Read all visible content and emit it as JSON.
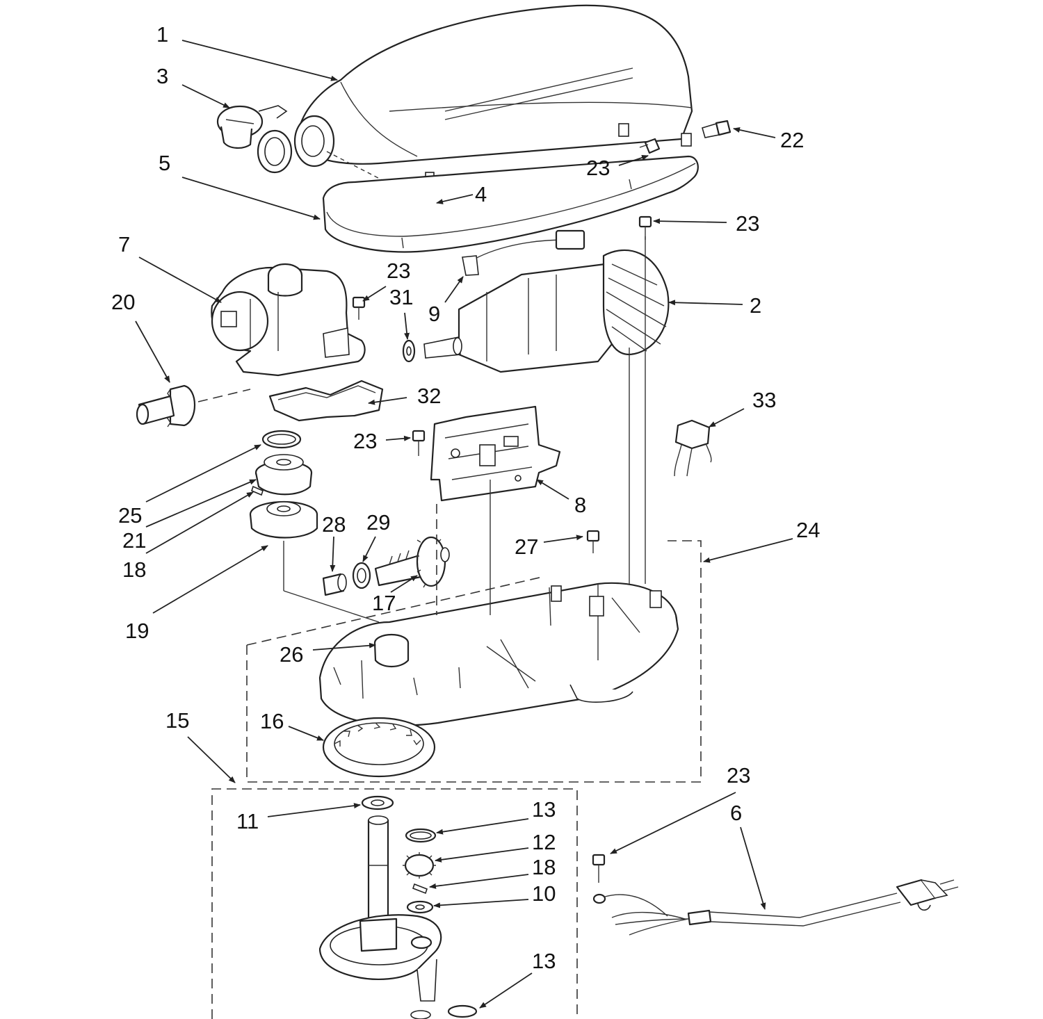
{
  "colors": {
    "line": "#222222",
    "background": "#ffffff"
  },
  "labels": {
    "l1": "1",
    "l2": "2",
    "l3": "3",
    "l4": "4",
    "l5": "5",
    "l6": "6",
    "l7": "7",
    "l8": "8",
    "l9": "9",
    "l10": "10",
    "l11": "11",
    "l12": "12",
    "l13a": "13",
    "l13b": "13",
    "l15": "15",
    "l16": "16",
    "l17": "17",
    "l18a": "18",
    "l18b": "18",
    "l19": "19",
    "l20": "20",
    "l21": "21",
    "l22": "22",
    "l23a": "23",
    "l23b": "23",
    "l23c": "23",
    "l23d": "23",
    "l23e": "23",
    "l24": "24",
    "l25": "25",
    "l26": "26",
    "l27": "27",
    "l28": "28",
    "l29": "29",
    "l31": "31",
    "l32": "32",
    "l33": "33"
  }
}
